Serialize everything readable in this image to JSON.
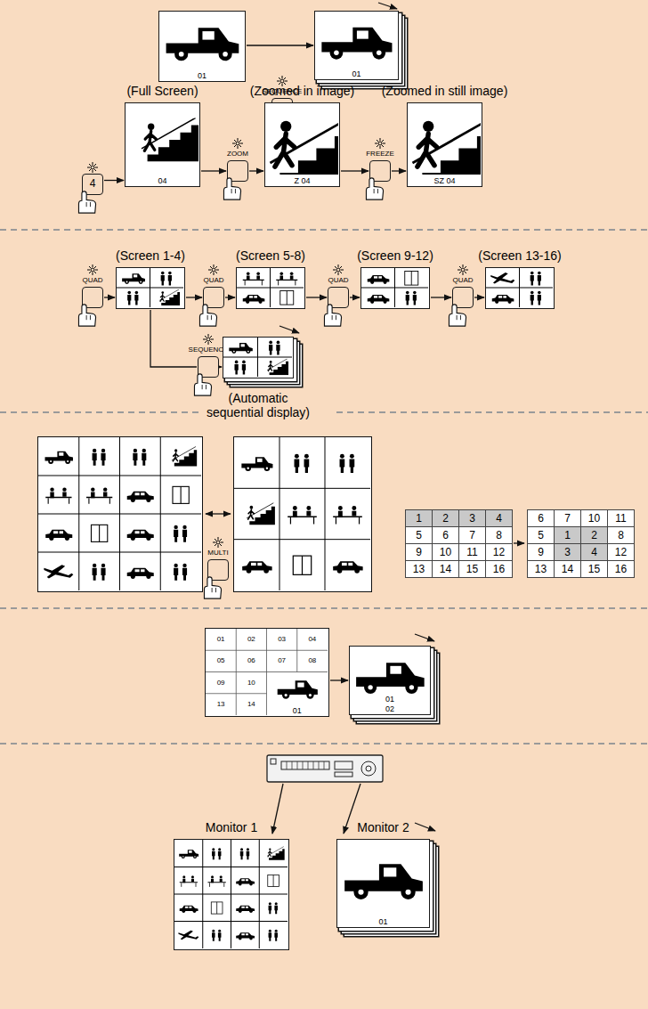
{
  "diagram": {
    "nodes": [
      {
        "text": [
          "01"
        ]
      },
      {
        "text": [
          "SEQUENCE"
        ]
      },
      {
        "text": [
          "01"
        ]
      },
      {
        "text": [
          "4"
        ]
      },
      {
        "text": [
          "(Full Screen)",
          "04"
        ]
      },
      {
        "text": [
          "ZOOM"
        ]
      },
      {
        "text": [
          "(Zoomed in image)",
          "Z 04"
        ]
      },
      {
        "text": [
          "FREEZE"
        ]
      },
      {
        "text": [
          "(Zoomed in still image)",
          "SZ 04"
        ]
      },
      {
        "text": [
          "QUAD"
        ]
      },
      {
        "text": [
          "(Screen 1-4)"
        ]
      },
      {
        "text": [
          "QUAD"
        ]
      },
      {
        "text": [
          "(Screen 5-8)"
        ]
      },
      {
        "text": [
          "QUAD"
        ]
      },
      {
        "text": [
          "(Screen 9-12)"
        ]
      },
      {
        "text": [
          "QUAD"
        ]
      },
      {
        "text": [
          "(Screen 13-16)"
        ]
      },
      {
        "text": [
          "SEQUENCE"
        ]
      },
      {
        "text": [
          "(Automatic sequential display)"
        ]
      },
      {
        "text": [
          "MULTI"
        ]
      },
      {
        "text": [
          "01",
          "02",
          "03",
          "04",
          "05",
          "06",
          "07",
          "08",
          "09",
          "10",
          "13",
          "14",
          "01"
        ]
      },
      {
        "text": [
          "01",
          "02"
        ]
      },
      {
        "text": [
          "Monitor 1"
        ]
      },
      {
        "text": [
          "Monitor 2",
          "01"
        ]
      }
    ],
    "edges": [
      {
        "from": 0,
        "to": 2,
        "arrow": "to"
      },
      {
        "from": 3,
        "to": 4,
        "arrow": "to"
      },
      {
        "from": 4,
        "to": 5,
        "arrow": "to"
      },
      {
        "from": 5,
        "to": 6,
        "arrow": "to"
      },
      {
        "from": 6,
        "to": 7,
        "arrow": "to"
      },
      {
        "from": 7,
        "to": 8,
        "arrow": "to"
      },
      {
        "from": 9,
        "to": 10,
        "arrow": "to"
      },
      {
        "from": 10,
        "to": 11,
        "arrow": "to"
      },
      {
        "from": 11,
        "to": 12,
        "arrow": "to"
      },
      {
        "from": 12,
        "to": 13,
        "arrow": "to"
      },
      {
        "from": 13,
        "to": 14,
        "arrow": "to"
      },
      {
        "from": 14,
        "to": 15,
        "arrow": "to"
      },
      {
        "from": 15,
        "to": 16,
        "arrow": "to"
      },
      {
        "from": 10,
        "to": 17,
        "arrow": "none"
      },
      {
        "from": 17,
        "to": 18,
        "arrow": "to"
      },
      {
        "from": 20,
        "to": 21,
        "arrow": "to"
      }
    ],
    "labels": [
      "1",
      "2",
      "3",
      "4",
      "5",
      "6",
      "7",
      "8",
      "9",
      "10",
      "11",
      "12",
      "13",
      "14",
      "15",
      "16",
      "6",
      "7",
      "10",
      "11",
      "5",
      "1",
      "2",
      "8",
      "9",
      "3",
      "4",
      "12",
      "13",
      "14",
      "15",
      "16"
    ]
  }
}
